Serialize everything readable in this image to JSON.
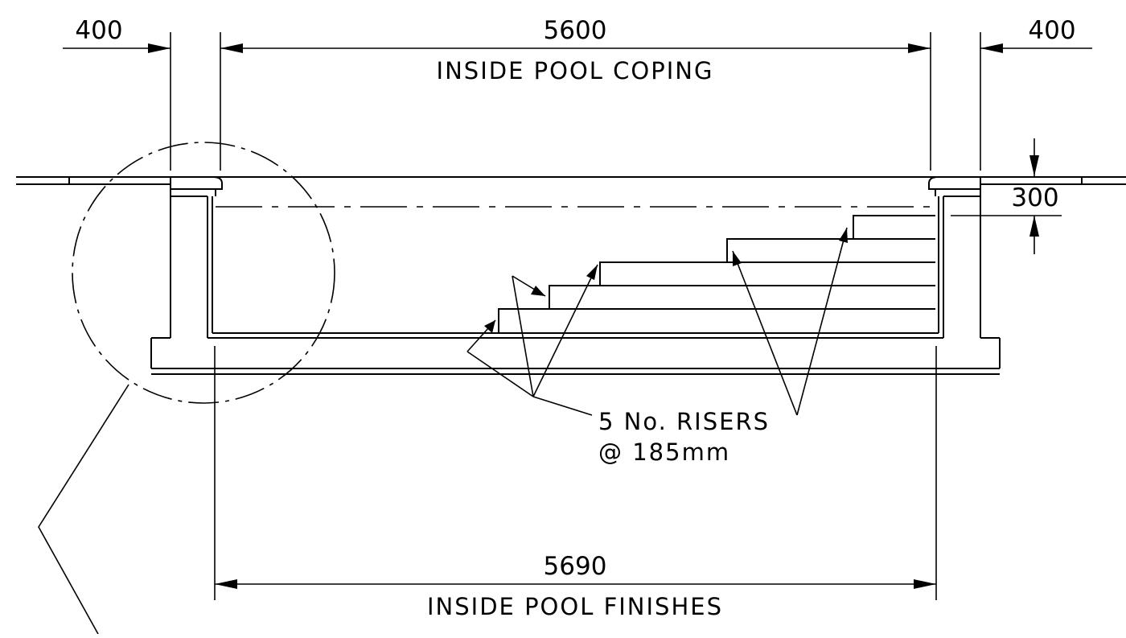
{
  "dimensions": {
    "top_left": "400",
    "top_center": "5600",
    "top_right": "400",
    "top_center_caption": "INSIDE POOL COPING",
    "depth": "300",
    "bottom_center": "5690",
    "bottom_center_caption": "INSIDE POOL FINISHES"
  },
  "notes": {
    "risers_line1": "5 No. RISERS",
    "risers_line2": "@ 185mm"
  },
  "colors": {
    "line": "#000000",
    "background": "#ffffff"
  }
}
